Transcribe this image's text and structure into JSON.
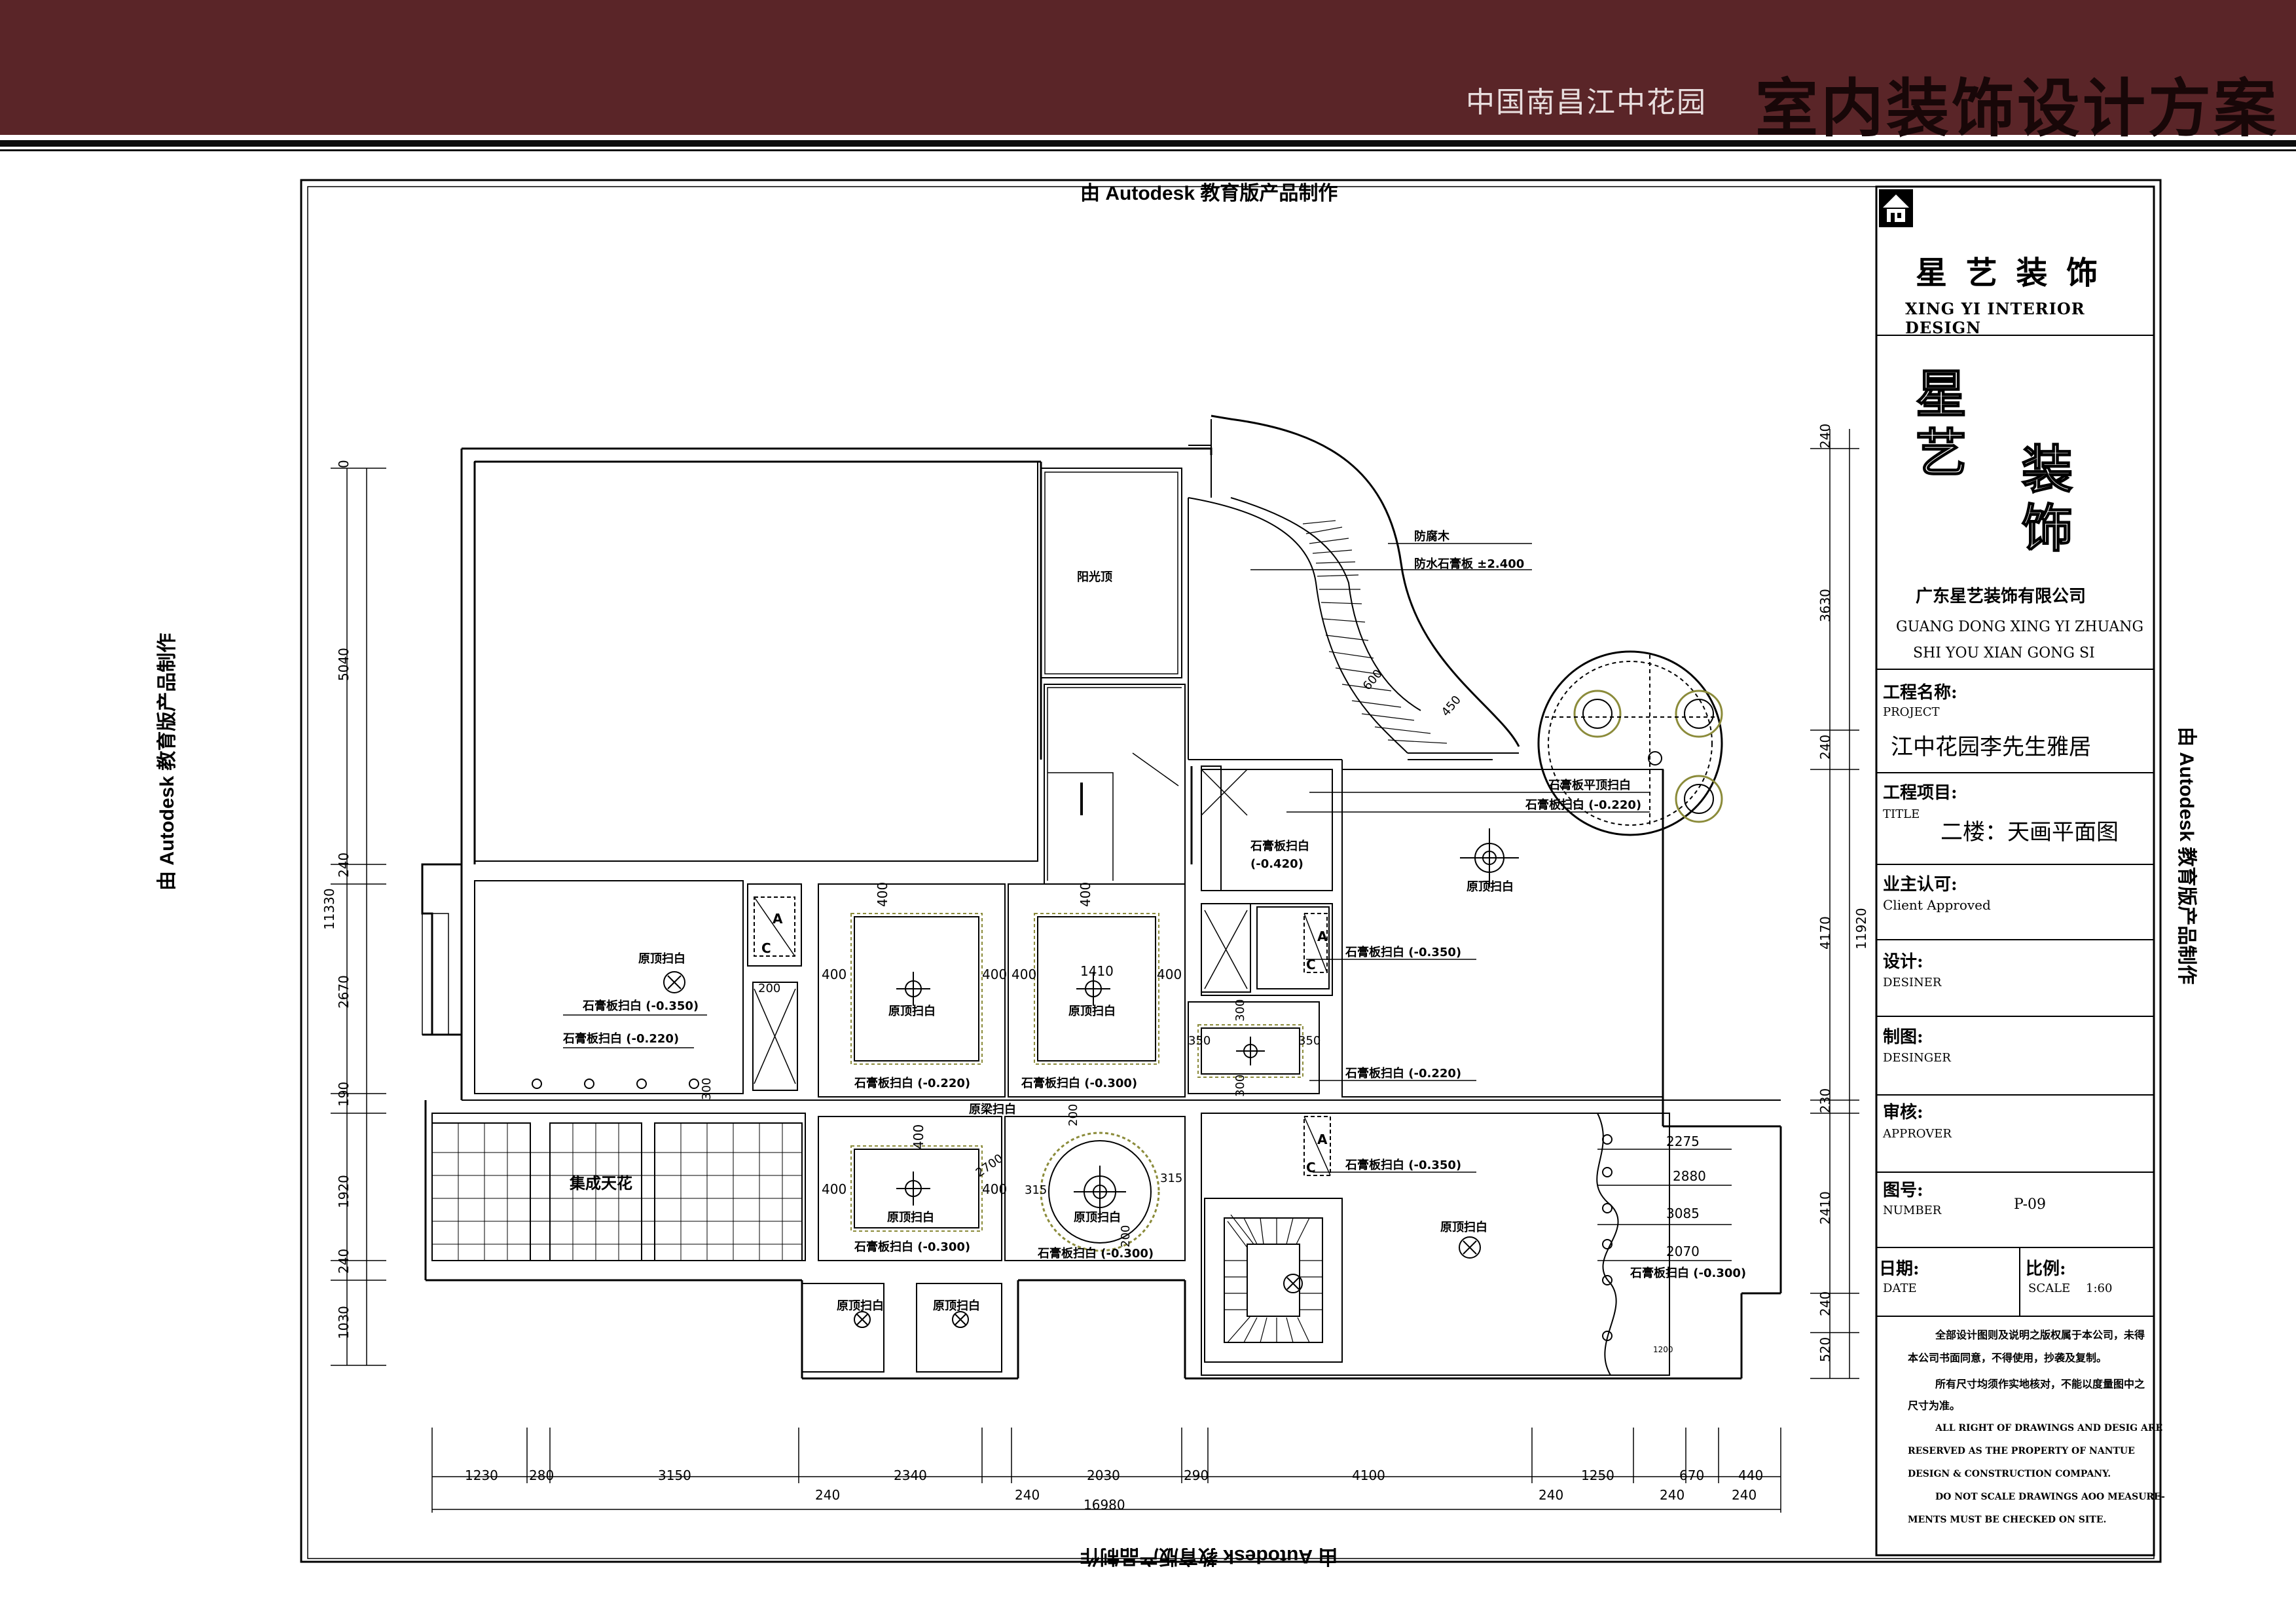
{
  "banner": {
    "subtitle": "中国南昌江中花园",
    "title": "室内装饰设计方案"
  },
  "watermark": {
    "text": "由 Autodesk 教育版产品制作"
  },
  "title_block": {
    "company_cn": "星 艺 装 饰",
    "company_en": "XING YI INTERIOR DESIGN",
    "logo_chars": [
      "星",
      "艺",
      "装",
      "饰"
    ],
    "company_full_cn": "广东星艺装饰有限公司",
    "company_full_en_1": "GUANG DONG XING YI ZHUANG",
    "company_full_en_2": "SHI YOU XIAN GONG SI",
    "project_label_cn": "工程名称:",
    "project_label_en": "PROJECT",
    "project_value": "江中花园李先生雅居",
    "title_label_cn": "工程项目:",
    "title_label_en": "TITLE",
    "title_value": "二楼：天画平面图",
    "client_label_cn": "业主认可:",
    "client_label_en": "Client Approved",
    "design_label_cn": "设计:",
    "design_label_en": "DESINER",
    "draft_label_cn": "制图:",
    "draft_label_en": "DESINGER",
    "review_label_cn": "审核:",
    "review_label_en": "APPROVER",
    "number_label_cn": "图号:",
    "number_label_en": "NUMBER",
    "number_value": "P-09",
    "date_label_cn": "日期:",
    "date_label_en": "DATE",
    "scale_label_cn": "比例:",
    "scale_label_en": "SCALE",
    "scale_value": "1:60",
    "note_cn_1": "全部设计图则及说明之版权属于本公司，未得",
    "note_cn_2": "本公司书面同意，不得使用，抄袭及复制。",
    "note_cn_3": "所有尺寸均须作实地核对，不能以度量图中之",
    "note_cn_4": "尺寸为准。",
    "note_en_1": "ALL RIGHT OF DRAWINGS AND DESIG ARE",
    "note_en_2": "RESERVED AS THE PROPERTY OF NANTUE",
    "note_en_3": "DESIGN & CONSTRUCTION COMPANY.",
    "note_en_4": "DO NOT SCALE DRAWINGS AOO MEASURE-",
    "note_en_5": "MENTS MUST BE CHECKED ON SITE."
  },
  "plan": {
    "sunroof": "阳光顶",
    "anticorrosion": "防腐木",
    "waterproof_gypsum": "防水石膏板 ±2.400",
    "gypsum_flat": "石膏板平顶扫白",
    "gypsum_0220": "石膏板扫白 (-0.220)",
    "gypsum_0350": "石膏板扫白 (-0.350)",
    "gypsum_0300": "石膏板扫白 (-0.300)",
    "gypsum_0420_a": "石膏板扫白",
    "gypsum_0420_b": "(-0.420)",
    "orig_top": "原顶扫白",
    "beam": "原梁扫白",
    "integrated": "集成天花",
    "label_A": "A",
    "label_C": "C"
  },
  "dims": {
    "bottom": [
      "1230",
      "280",
      "3150",
      "2340",
      "2030",
      "290",
      "4100",
      "1250",
      "670",
      "440"
    ],
    "bottom_sub": [
      "240",
      "240",
      "240",
      "240",
      "240"
    ],
    "total": "16980",
    "left": [
      "0",
      "5040",
      "240",
      "2670",
      "190",
      "1920",
      "240",
      "1030"
    ],
    "left_total": "11330",
    "right": [
      "240",
      "3630",
      "240",
      "4170",
      "230",
      "2410",
      "240",
      "520"
    ],
    "right_total": "11920",
    "stair": [
      "600",
      "450"
    ],
    "room": [
      "400",
      "400",
      "400",
      "400",
      "1410",
      "400",
      "400",
      "350",
      "350",
      "300",
      "300",
      "400",
      "400",
      "400",
      "2700",
      "200",
      "315",
      "315",
      "200",
      "300"
    ],
    "steps": [
      "2275",
      "2880",
      "3085",
      "2070",
      "1200"
    ]
  }
}
